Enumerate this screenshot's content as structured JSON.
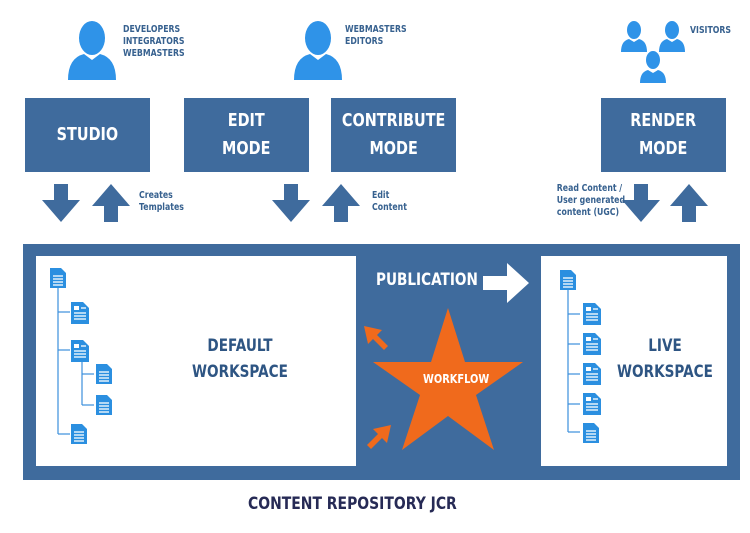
{
  "roles": {
    "developers": [
      "DEVELOPERS",
      "INTEGRATORS",
      "WEBMASTERS"
    ],
    "webmasters": [
      "WEBMASTERS",
      "EDITORS"
    ],
    "visitors": "VISITORS"
  },
  "modes": {
    "studio": "STUDIO",
    "edit": "EDIT\nMODE",
    "contribute": "CONTRIBUTE\nMODE",
    "render": "RENDER\nMODE"
  },
  "arrow_labels": {
    "creates_templates": [
      "Creates",
      "Templates"
    ],
    "edit_content": [
      "Edit",
      "Content"
    ],
    "read_content": [
      "Read Content /",
      "User generated",
      "content (UGC)"
    ]
  },
  "repository": {
    "default_workspace": "DEFAULT\nWORKSPACE",
    "live_workspace": "LIVE\nWORKSPACE",
    "publication": "PUBLICATION",
    "workflow": "WORKFLOW",
    "title": "CONTENT REPOSITORY JCR"
  },
  "colors": {
    "primary_blue": "#3f6b9d",
    "person_blue": "#2f93e8",
    "doc_blue": "#2b8fe0",
    "workflow_orange": "#f06a1c",
    "footer_navy": "#262a55"
  },
  "icons": [
    "person-icon",
    "group-icon",
    "arrow-down-icon",
    "arrow-up-icon",
    "document-icon",
    "image-document-icon",
    "star-icon",
    "arrow-right-icon"
  ]
}
